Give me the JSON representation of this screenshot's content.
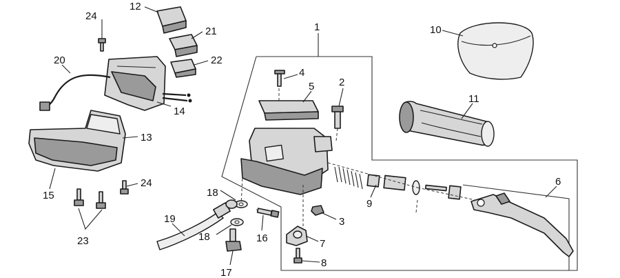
{
  "diagram": {
    "colors": {
      "line": "#1a1a1a",
      "fill": "#d6d6d6",
      "shade": "#9a9a9a",
      "background": "#ffffff"
    },
    "callouts": [
      {
        "id": "c1",
        "label": "1"
      },
      {
        "id": "c2",
        "label": "2"
      },
      {
        "id": "c3",
        "label": "3"
      },
      {
        "id": "c4",
        "label": "4"
      },
      {
        "id": "c5",
        "label": "5"
      },
      {
        "id": "c6",
        "label": "6"
      },
      {
        "id": "c7",
        "label": "7"
      },
      {
        "id": "c8",
        "label": "8"
      },
      {
        "id": "c9",
        "label": "9"
      },
      {
        "id": "c10",
        "label": "10"
      },
      {
        "id": "c11",
        "label": "11"
      },
      {
        "id": "c12",
        "label": "12"
      },
      {
        "id": "c13",
        "label": "13"
      },
      {
        "id": "c14",
        "label": "14"
      },
      {
        "id": "c15",
        "label": "15"
      },
      {
        "id": "c16",
        "label": "16"
      },
      {
        "id": "c17",
        "label": "17"
      },
      {
        "id": "c18a",
        "label": "18"
      },
      {
        "id": "c18b",
        "label": "18"
      },
      {
        "id": "c19",
        "label": "19"
      },
      {
        "id": "c20",
        "label": "20"
      },
      {
        "id": "c21",
        "label": "21"
      },
      {
        "id": "c22",
        "label": "22"
      },
      {
        "id": "c23",
        "label": "23"
      },
      {
        "id": "c24a",
        "label": "24"
      },
      {
        "id": "c24b",
        "label": "24"
      }
    ]
  }
}
